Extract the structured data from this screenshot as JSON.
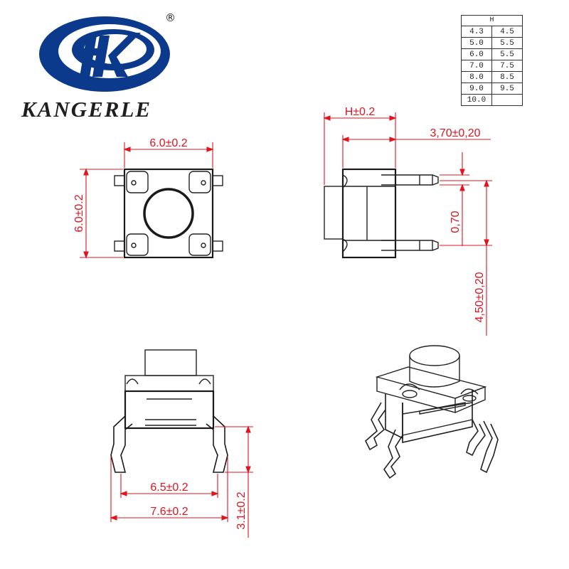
{
  "brand": {
    "name": "KANGERLE",
    "registered_mark": "®",
    "logo_color": "#0b3a8c"
  },
  "colors": {
    "dimension": "#e0141e",
    "outline": "#222222"
  },
  "height_table": {
    "header": "H",
    "rows": [
      [
        "4.3",
        "4.5"
      ],
      [
        "5.0",
        "5.5"
      ],
      [
        "6.0",
        "5.5"
      ],
      [
        "7.0",
        "7.5"
      ],
      [
        "8.0",
        "8.5"
      ],
      [
        "9.0",
        "9.5"
      ],
      [
        "10.0",
        ""
      ]
    ]
  },
  "dimensions": {
    "top_width": "6.0±0.2",
    "top_height": "6.0±0.2",
    "side_height": "H±0.2",
    "side_offset": "3,70±0,20",
    "pin_width": "0,70",
    "pin_pitch": "4,50±0,20",
    "front_inner_span": "6.5±0.2",
    "front_outer_span": "7.6±0.2",
    "pin_length": "3.1±0.2"
  }
}
